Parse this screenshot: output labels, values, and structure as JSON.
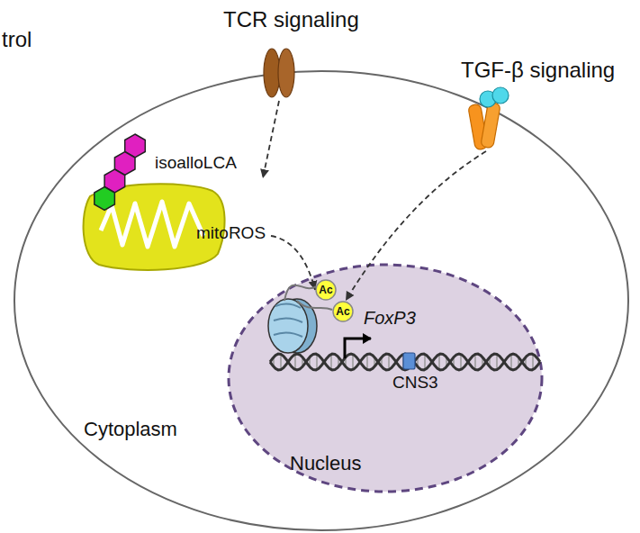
{
  "diagram": {
    "nodes": [
      {
        "text": [
          "Cytoplasm"
        ]
      },
      {
        "text": [
          "TCR signaling"
        ]
      },
      {
        "text": [
          "TGF-β signaling"
        ]
      },
      {
        "text": [
          "mitoROS"
        ],
        "in": 0
      },
      {
        "text": [
          "Nucleus"
        ],
        "in": 0
      },
      {
        "text": [
          "Ac"
        ],
        "in": 4
      },
      {
        "text": [
          "Ac"
        ],
        "in": 4
      }
    ],
    "edges": [
      {
        "from": 1,
        "to": 3,
        "arrow": "to"
      },
      {
        "from": 3,
        "to": 5,
        "arrow": "to"
      },
      {
        "from": 2,
        "to": 6,
        "arrow": "to"
      }
    ],
    "labels": [
      "trol",
      "isoalloLCA",
      "FoxP3",
      "CNS3"
    ]
  }
}
